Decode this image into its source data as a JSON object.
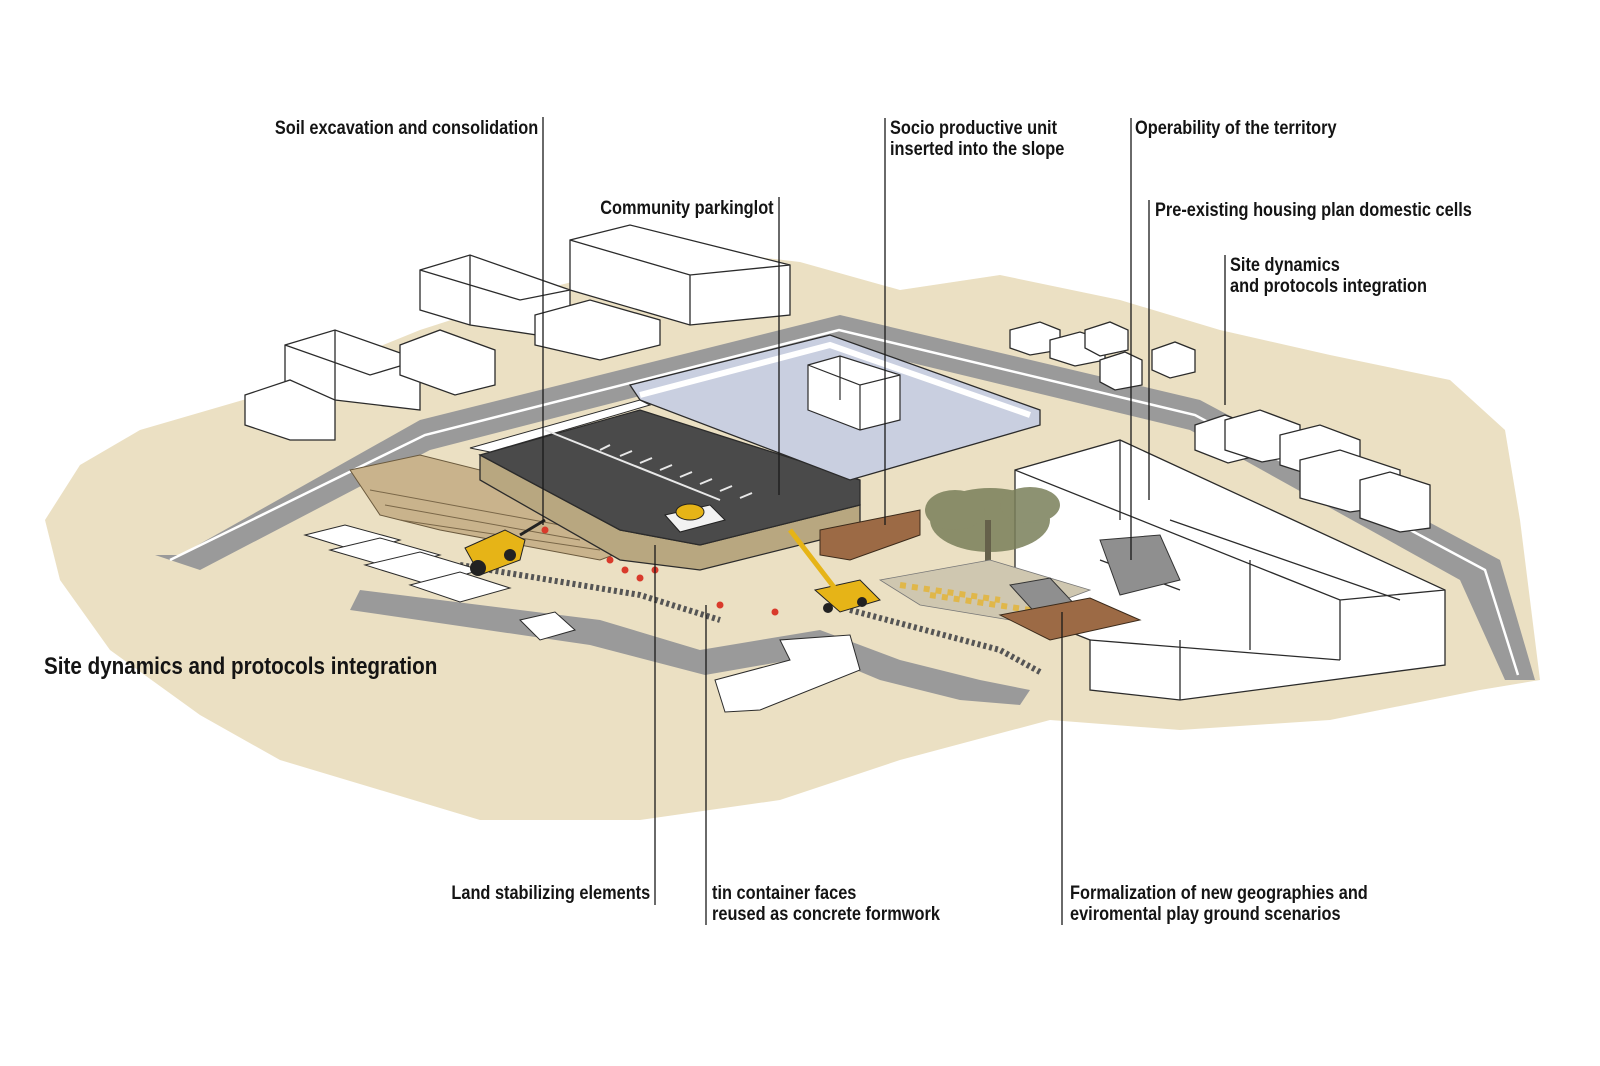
{
  "labels": {
    "soil_excavation": "Soil excavation and consolidation",
    "community_parking": "Community parkinglot",
    "socio_productive": [
      "Socio productive unit",
      "inserted into the slope"
    ],
    "operability": "Operability of the territory",
    "pre_existing_housing": "Pre-existing housing plan domestic cells",
    "site_dynamics_small": [
      "Site dynamics",
      "and protocols integration"
    ],
    "site_dynamics_big": "Site dynamics and protocols integration",
    "land_stabilizing": "Land stabilizing elements",
    "tin_container": [
      "tin container faces",
      "reused as concrete formwork"
    ],
    "formalization": [
      "Formalization of new geographies and",
      "eviromental play ground scenarios"
    ]
  },
  "colors": {
    "sand": "#ebe0c3",
    "road": "#9a9a9a",
    "road_line": "#ffffff",
    "parking": "#4a4a4a",
    "roof_blue": "#c9cfe0",
    "building": "#ffffff",
    "building_stroke": "#2b2b2b",
    "machine_yellow": "#e6b417",
    "worker_red": "#d93a2b",
    "tree": "#7a7f5a",
    "wood": "#9c6a45",
    "leader": "#1a1a1a"
  }
}
